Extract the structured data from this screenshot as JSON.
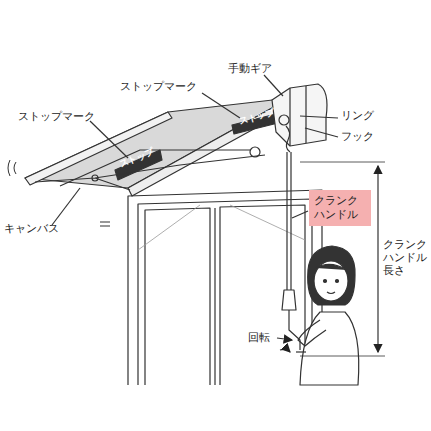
{
  "diagram": {
    "nodes": [
      {
        "text": [
          "クランクハンドル"
        ]
      }
    ],
    "labels": [
      "手動ギア",
      "ストップマーク",
      "ストップマーク",
      "リング",
      "フック",
      "キャンバス",
      "ストップ",
      "ストップ",
      "クランクハンドル長さ",
      "回転"
    ]
  }
}
